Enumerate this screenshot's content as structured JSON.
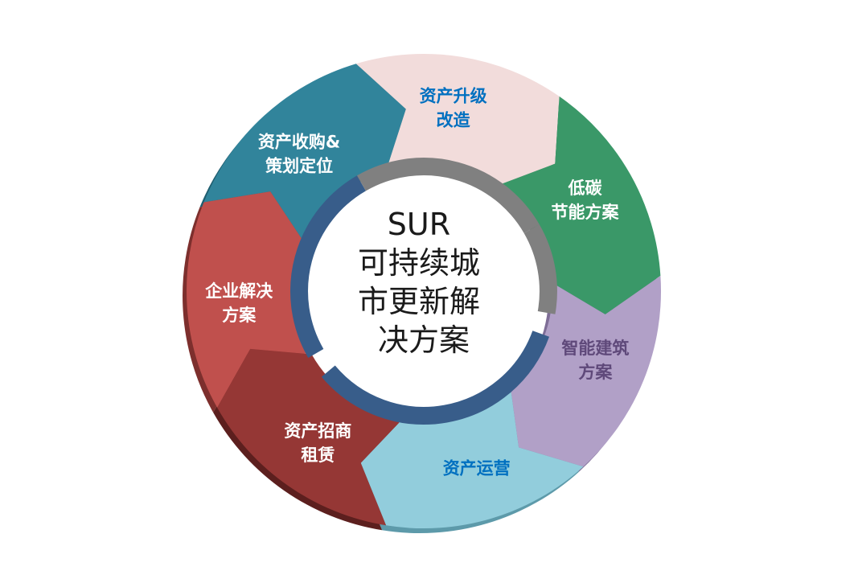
{
  "center": {
    "lines": [
      "SUR",
      "可持续城",
      "市更新解",
      "决方案"
    ]
  },
  "segments": [
    {
      "id": "acquisition",
      "lines": [
        "资产收购&",
        "策划定位"
      ],
      "fill": "#31849b",
      "shade": "#1f5e70",
      "text_color": "#ffffff"
    },
    {
      "id": "upgrade",
      "lines": [
        "资产升级",
        "改造"
      ],
      "fill": "#f2dcdb",
      "shade": "#b9a3a2",
      "text_color": "#0070c0"
    },
    {
      "id": "lowcarbon",
      "lines": [
        "低碳",
        "节能方案"
      ],
      "fill": "#3a9868",
      "shade": "#256b47",
      "text_color": "#ffffff"
    },
    {
      "id": "smartbuilding",
      "lines": [
        "智能建筑",
        "方案"
      ],
      "fill": "#b1a0c7",
      "shade": "#7e6d96",
      "text_color": "#5f497a"
    },
    {
      "id": "operation",
      "lines": [
        "资产运营"
      ],
      "fill": "#92cddc",
      "shade": "#5d9aaa",
      "text_color": "#0070c0"
    },
    {
      "id": "leasing",
      "lines": [
        "资产招商",
        "租赁"
      ],
      "fill": "#953735",
      "shade": "#5c1f1e",
      "text_color": "#ffffff"
    },
    {
      "id": "enterprise",
      "lines": [
        "企业解决",
        "方案"
      ],
      "fill": "#c0504d",
      "shade": "#7d2f2d",
      "text_color": "#ffffff"
    }
  ],
  "colors": {
    "inner_ring_dark": "#385d8a",
    "inner_ring_gray": "#808080",
    "center_fill": "#ffffff"
  }
}
